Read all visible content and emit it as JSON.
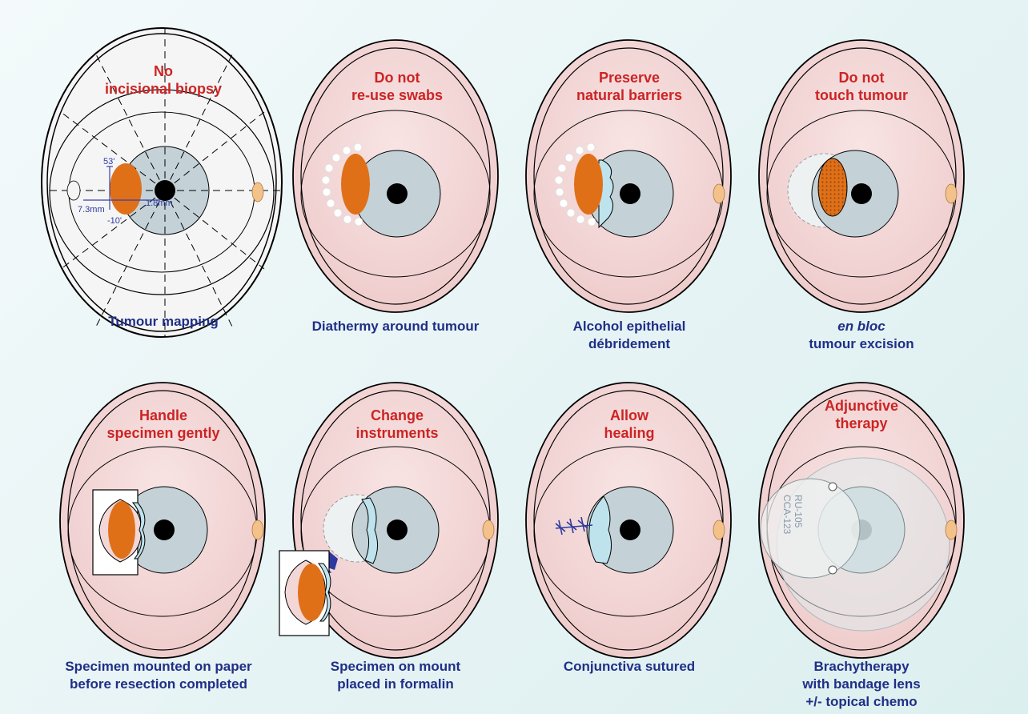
{
  "panels": [
    {
      "id": "tumour-mapping",
      "title": [
        "No",
        "incisional biopsy"
      ],
      "caption": [
        "Tumour mapping"
      ],
      "measurements": {
        "top_angle": "53'",
        "width": "7.3mm",
        "depth": "1.8mm",
        "bottom_angle": "-10'"
      }
    },
    {
      "id": "diathermy",
      "title": [
        "Do not",
        "re-use swabs"
      ],
      "caption": [
        "Diathermy around tumour"
      ]
    },
    {
      "id": "alcohol-debridement",
      "title": [
        "Preserve",
        "natural barriers"
      ],
      "caption": [
        "Alcohol epithelial",
        "débridement"
      ]
    },
    {
      "id": "en-bloc",
      "title": [
        "Do not",
        "touch tumour"
      ],
      "caption_italic": "en bloc",
      "caption": [
        "tumour excision"
      ]
    },
    {
      "id": "specimen-paper",
      "title": [
        "Handle",
        "specimen gently"
      ],
      "caption": [
        "Specimen mounted on paper",
        "before resection completed"
      ]
    },
    {
      "id": "formalin",
      "title": [
        "Change",
        "instruments"
      ],
      "caption": [
        "Specimen on mount",
        "placed in formalin"
      ]
    },
    {
      "id": "sutured",
      "title": [
        "Allow",
        "healing"
      ],
      "caption": [
        "Conjunctiva sutured"
      ]
    },
    {
      "id": "brachytherapy",
      "title": [
        "Adjunctive",
        "therapy"
      ],
      "caption": [
        "Brachytherapy",
        "with bandage lens",
        "+/- topical chemo"
      ],
      "plaque_labels": [
        "RU-105",
        "CCA-123"
      ]
    }
  ],
  "colors": {
    "title": "#cc2424",
    "caption": "#1f2f87",
    "tumour": "#e07018",
    "eye_fill": "#f3d6d6",
    "iris": "#c4d2d8"
  }
}
